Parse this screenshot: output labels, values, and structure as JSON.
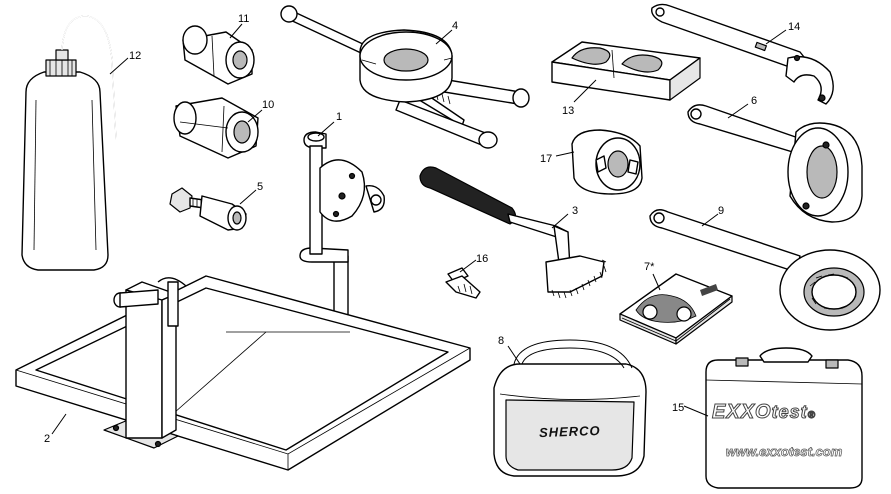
{
  "parts": [
    {
      "id": "p1",
      "number": "1"
    },
    {
      "id": "p2",
      "number": "2"
    },
    {
      "id": "p3",
      "number": "3"
    },
    {
      "id": "p4",
      "number": "4"
    },
    {
      "id": "p5",
      "number": "5"
    },
    {
      "id": "p6",
      "number": "6"
    },
    {
      "id": "p7",
      "number": "7*"
    },
    {
      "id": "p8",
      "number": "8"
    },
    {
      "id": "p9",
      "number": "9"
    },
    {
      "id": "p10",
      "number": "10"
    },
    {
      "id": "p11",
      "number": "11"
    },
    {
      "id": "p12",
      "number": "12"
    },
    {
      "id": "p13",
      "number": "13"
    },
    {
      "id": "p14",
      "number": "14"
    },
    {
      "id": "p15",
      "number": "15"
    },
    {
      "id": "p16",
      "number": "16"
    },
    {
      "id": "p17",
      "number": "17"
    }
  ],
  "bag_logo": "SHERCO",
  "case_logo_a": "EXXO",
  "case_logo_b": "test",
  "case_logo_mark": "®",
  "case_url": "www.exxotest.com"
}
